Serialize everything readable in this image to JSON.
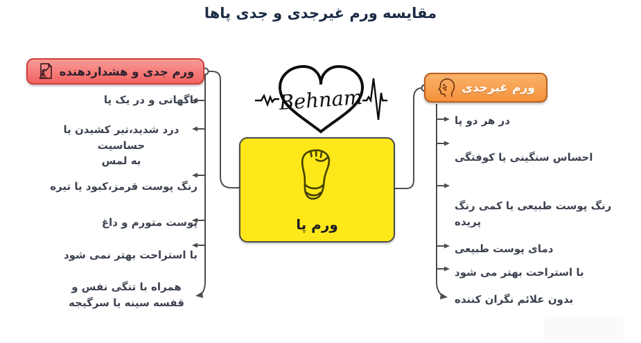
{
  "title": "مقایسه ورم غیرجدی و جدی پاها",
  "logo": {
    "brand": "Behnam",
    "icon": "heart-ekg-logo"
  },
  "center_node": {
    "label": "ورم پا",
    "icon": "foot-icon"
  },
  "serious_branch": {
    "label": "ورم جدی و هشداردهنده",
    "icon": "report-warning-icon",
    "items": [
      "ناگهانی و در یک پا",
      "درد شدید،تیر کشیدن یا حساسیت\nبه لمس",
      "رنگ پوست قرمز،کبود یا تیره",
      "پوست متورم و داغ",
      "با استراحت بهتر نمی شود",
      "همراه با تنگی نفس و\nقفسه سینه یا سرگیجه"
    ]
  },
  "mild_branch": {
    "label": "ورم غیرجدی",
    "icon": "head-profile-icon",
    "items": [
      "در هر دو پا",
      "احساس سنگینی یا کوفتگی",
      "رنگ پوست طبیعی یا کمی رنگ پریده",
      "دمای پوست طبیعی",
      "با استراحت بهتر می شود",
      "بدون علائم نگران کننده"
    ]
  },
  "colors": {
    "title-color": "#1c2b45",
    "item-color": "#3c4250",
    "wire-color": "#4d4d4d",
    "serious-fill": "#f2625f",
    "serious-fill-light": "#f89b97",
    "serious-border": "#cf403e",
    "mild-fill": "#f5923c",
    "mild-fill-light": "#f9b269",
    "mild-border": "#b85f1d",
    "node-fill": "#ffe81a",
    "node-border": "#4a4a4a"
  }
}
